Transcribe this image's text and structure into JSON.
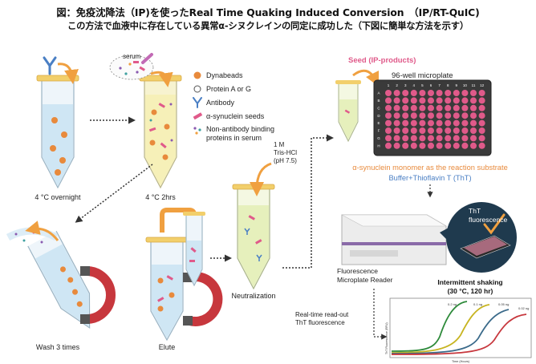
{
  "title": {
    "line1": "図：免疫沈降法（IP)を使ったReal Time Quaking Induced Conversion　（IP/RT-QuIC)",
    "line2": "この方法で血液中に存在している異常α-シヌクレインの同定に成功した（下図に簡単な方法を示す）"
  },
  "legend": {
    "serum": "serum",
    "dynabeads": "Dynabeads",
    "protein": "Protein A or G",
    "antibody": "Antibody",
    "seeds": "α-synuclein seeds",
    "nonbind1": "Non-antibody binding",
    "nonbind2": "proteins in serum"
  },
  "steps": {
    "overnight": "4 °C overnight",
    "twohrs": "4 °C 2hrs",
    "wash": "Wash 3 times",
    "elute": "Elute",
    "neutralization": "Neutralization",
    "tris1": "1 M",
    "tris2": "Tris-HCl",
    "tris3": "(pH 7.5)"
  },
  "right": {
    "seed": "Seed (IP-products)",
    "microplate": "96-well microplate",
    "substrate": "α-synuclein monomer as the reaction substrate",
    "buffer": "Buffer+Thioflavin T (ThT)",
    "tht1": "ThT",
    "tht2": "fluorescence",
    "reader1": "Fluorescence",
    "reader2": "Microplate Reader",
    "shaking1": "Intermittent shaking",
    "shaking2": "(30 °C, 120 hr)",
    "readout1": "Real-time read-out",
    "readout2": "ThT fluorescence"
  },
  "plate": {
    "columns": [
      "1",
      "2",
      "3",
      "4",
      "5",
      "6",
      "7",
      "8",
      "9",
      "10",
      "11",
      "12"
    ],
    "rows": [
      "A",
      "B",
      "C",
      "D",
      "E",
      "F",
      "G",
      "H"
    ]
  },
  "graph": {
    "labels": [
      "0.2 ng",
      "0.1 ng",
      "0.05 ng",
      "0.02 ng"
    ],
    "xlabel": "Time (Hours)",
    "ylabel": "ThT Fluorescence (RFU)"
  },
  "colors": {
    "orange": "#f0a040",
    "pink": "#e05a8a",
    "blue": "#4a7fc4",
    "magnet": "#c7373d",
    "liquid": "#cfe6f4",
    "yellow": "#f6f0b8"
  }
}
